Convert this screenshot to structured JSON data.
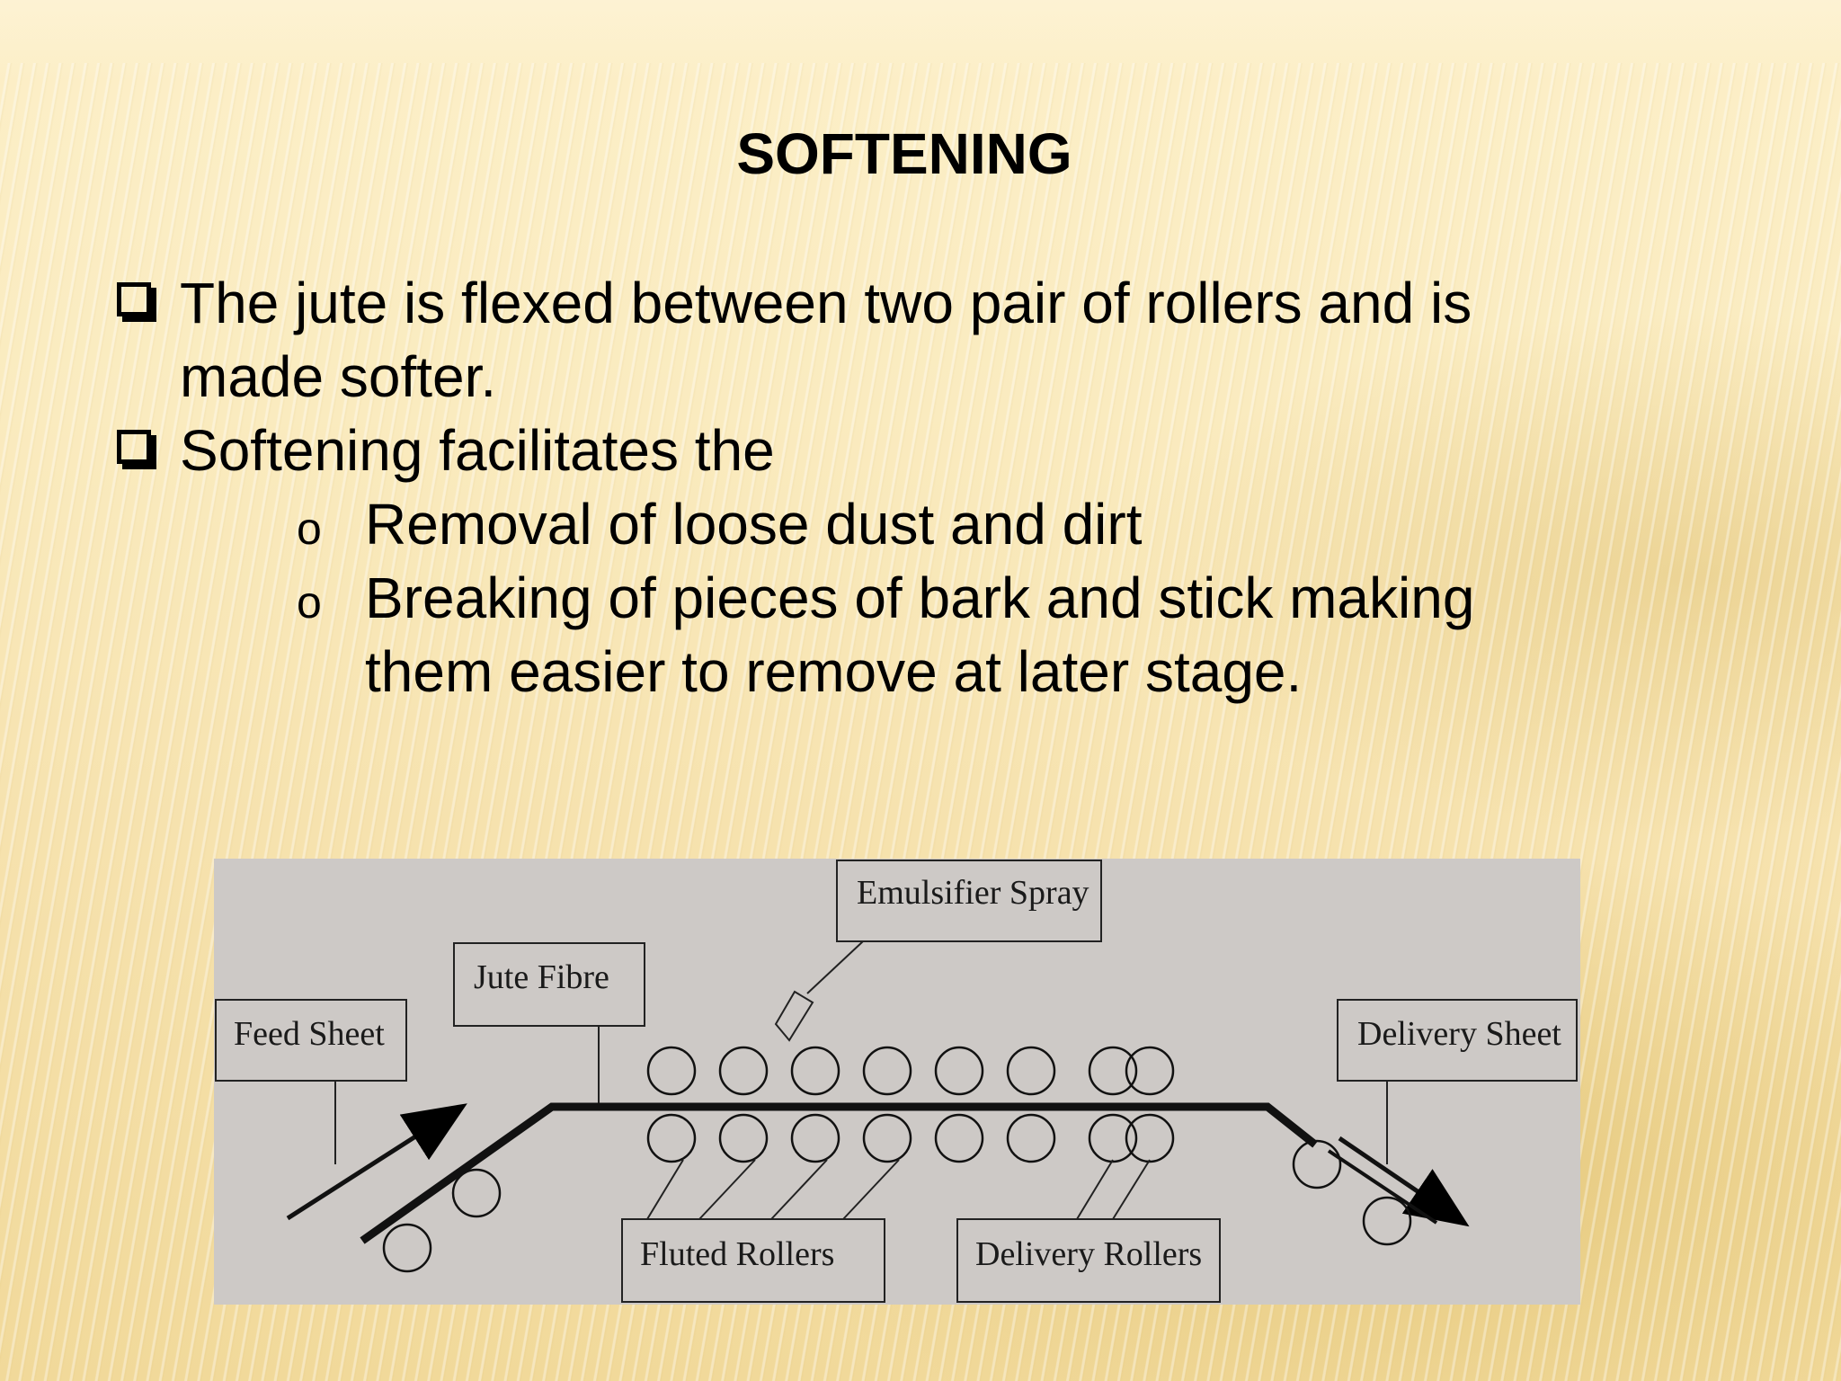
{
  "slide": {
    "title": "SOFTENING",
    "bullets": [
      {
        "line1": "The jute is flexed between two pair of rollers and is",
        "line2": "made softer."
      },
      {
        "line1": "Softening facilitates the"
      }
    ],
    "sub_bullets": [
      {
        "marker": "o",
        "line1": "Removal of loose dust and dirt"
      },
      {
        "marker": "o",
        "line1": "Breaking of pieces of bark and stick making",
        "line2": "them easier to remove at later stage."
      }
    ]
  },
  "diagram": {
    "labels": {
      "feed_sheet": "Feed Sheet",
      "jute_fibre": "Jute Fibre",
      "emulsifier_spray": "Emulsifier Spray",
      "delivery_sheet": "Delivery Sheet",
      "fluted_rollers": "Fluted Rollers",
      "delivery_rollers": "Delivery Rollers"
    },
    "fluted_roller_pairs": 6,
    "delivery_roller_pairs": 2
  },
  "colors": {
    "background": "#f6e2ae",
    "diagram_bg": "#cdc9c6",
    "ink": "#000000"
  }
}
